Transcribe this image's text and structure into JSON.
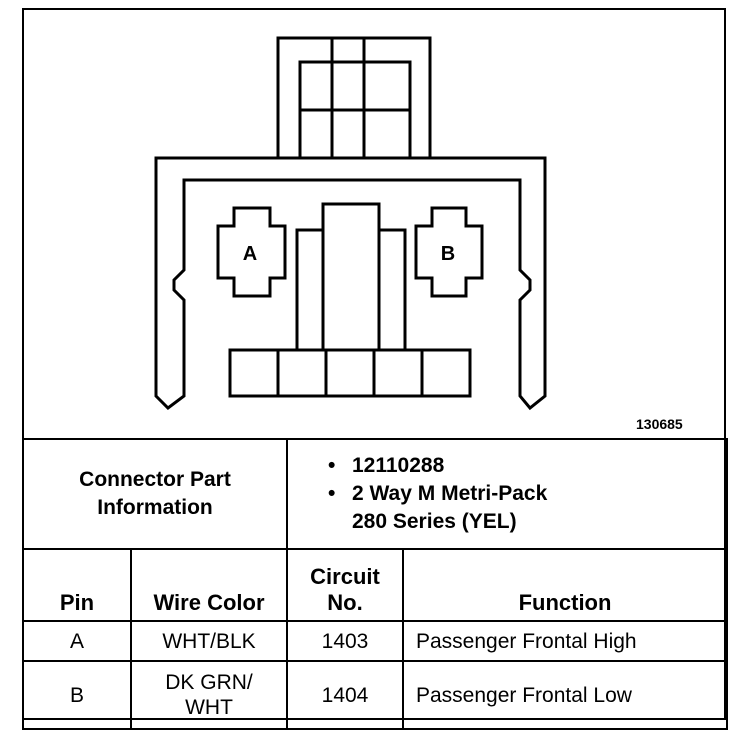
{
  "figure_id": "130685",
  "pin_labels": {
    "a": "A",
    "b": "B"
  },
  "connector_info": {
    "label_line1": "Connector Part",
    "label_line2": "Information",
    "items": [
      "12110288",
      "2 Way M Metri-Pack",
      "280 Series (YEL)"
    ]
  },
  "table": {
    "headers": {
      "pin": "Pin",
      "wire_color": "Wire Color",
      "circuit_line1": "Circuit",
      "circuit_line2": "No.",
      "function": "Function"
    },
    "rows": [
      {
        "pin": "A",
        "wire_color_line1": "WHT/BLK",
        "wire_color_line2": "",
        "circuit": "1403",
        "function": "Passenger Frontal High"
      },
      {
        "pin": "B",
        "wire_color_line1": "DK GRN/",
        "wire_color_line2": "WHT",
        "circuit": "1404",
        "function": "Passenger Frontal Low"
      }
    ]
  }
}
